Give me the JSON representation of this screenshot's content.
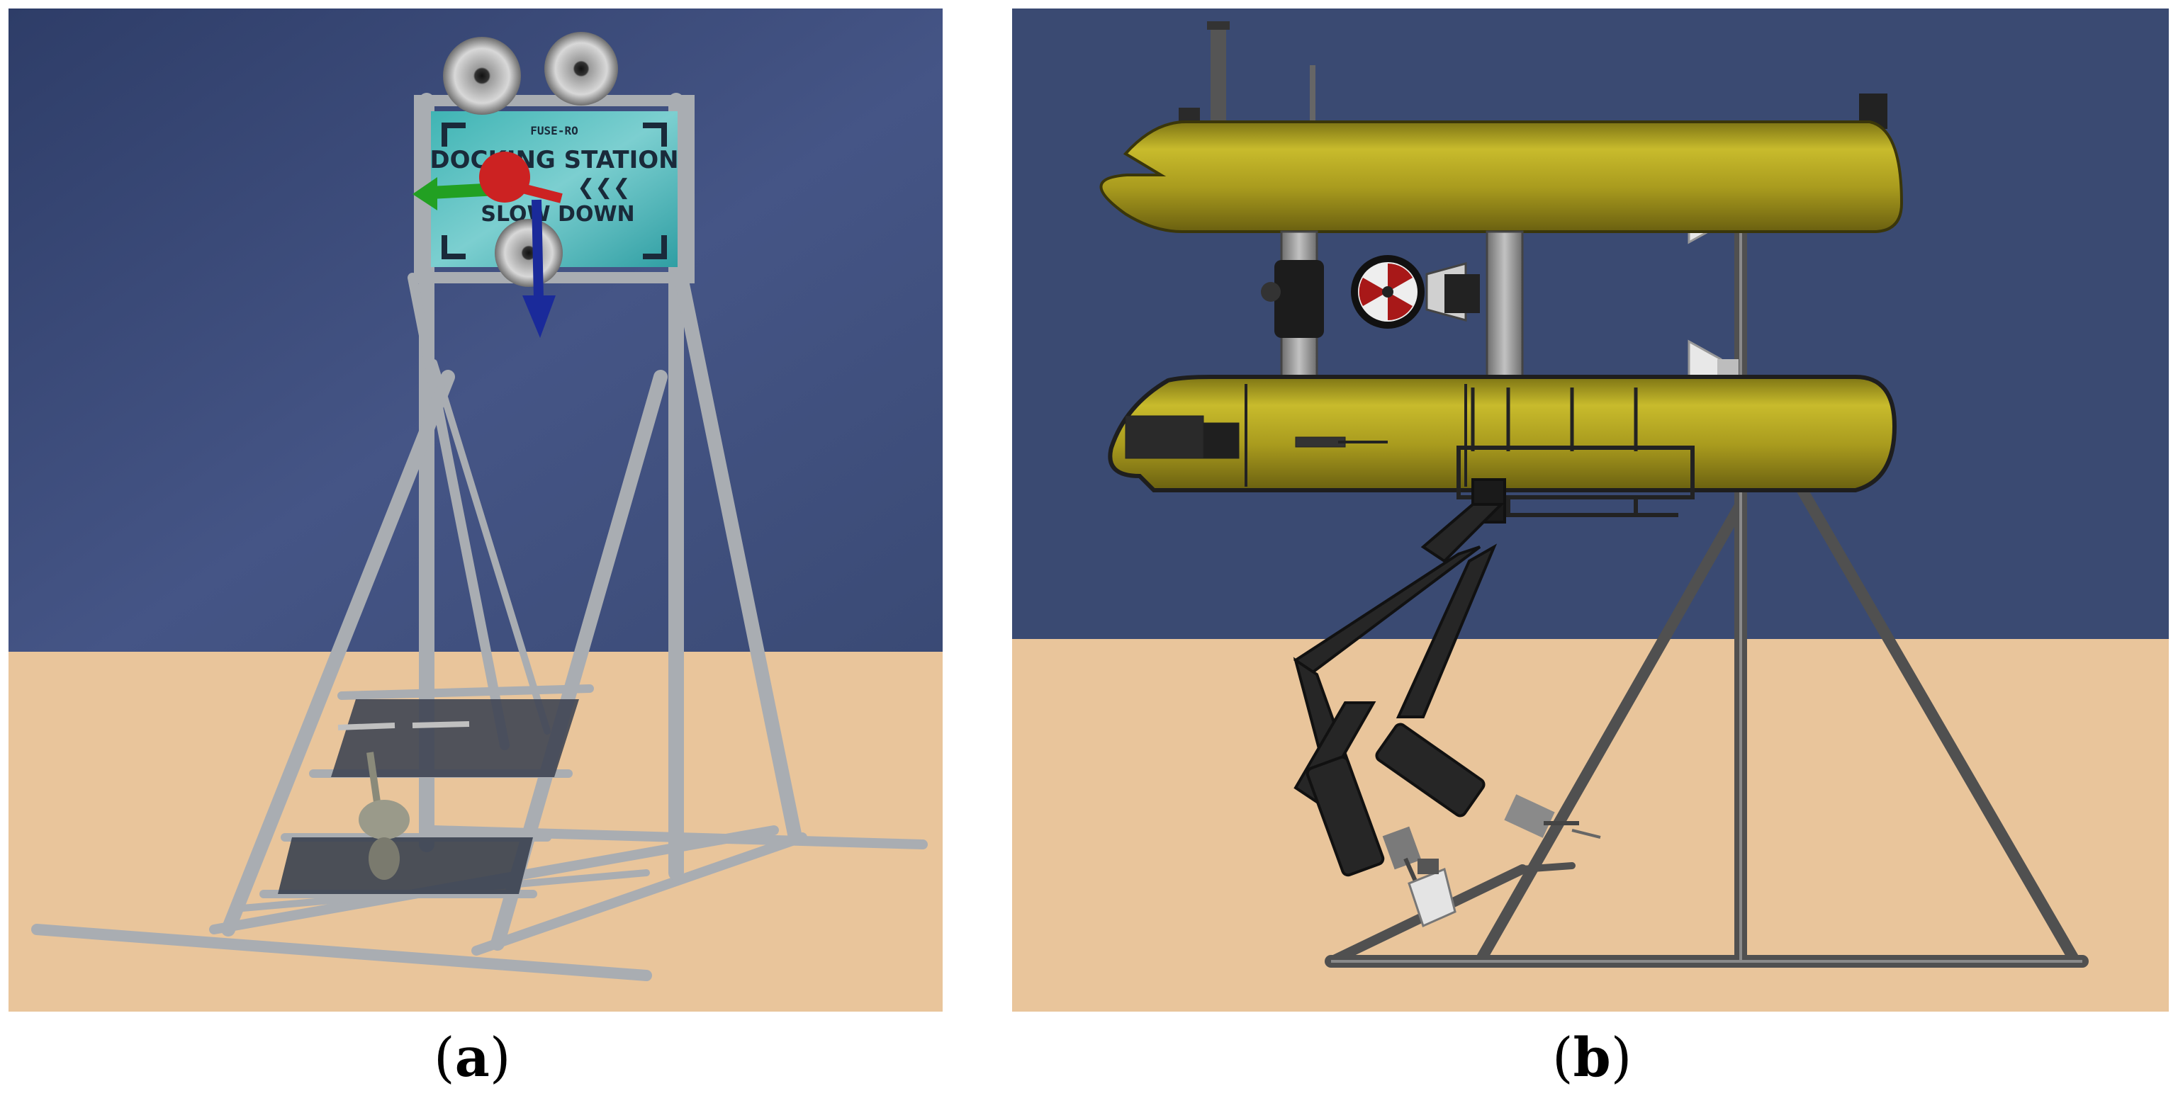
{
  "panels": {
    "a": {
      "caption_letter": "a",
      "sign": {
        "top_text": "FUSE-RO",
        "line1": "DOCKING STATION",
        "line2": "SLOW DOWN"
      }
    },
    "b": {
      "caption_letter": "b"
    }
  },
  "colors": {
    "water": "#3a4a72",
    "seabed": "#e9c59b",
    "frame": "#a9adb2",
    "hull": "#b0a222",
    "arm": "#2a2a2a",
    "axis_x": "#cc2222",
    "axis_y": "#22a022",
    "axis_z": "#1a2a9a"
  }
}
